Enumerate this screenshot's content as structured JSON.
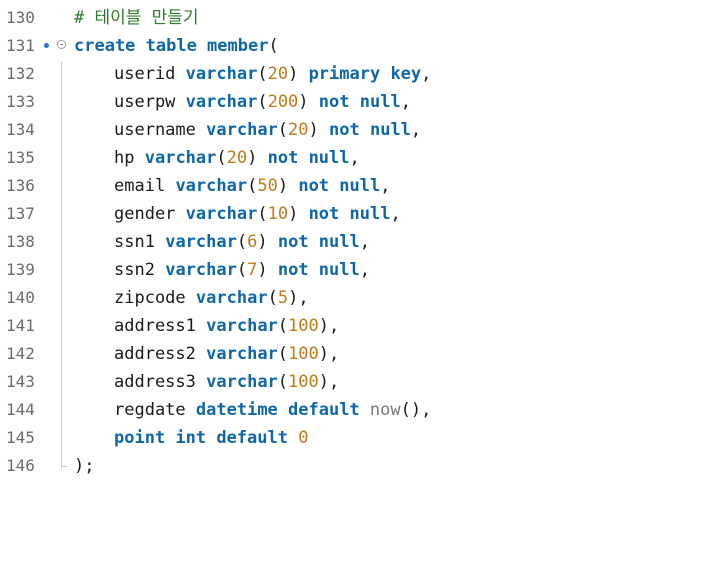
{
  "editor": {
    "lines": [
      {
        "no": "130",
        "comment": "# 테이블 만들기"
      },
      {
        "no": "131",
        "kw1": "create table member",
        "punc": "("
      },
      {
        "no": "132",
        "ident": "userid",
        "type": "varchar",
        "open": "(",
        "size": "20",
        "close": ")",
        "rest": "primary key",
        "end": ","
      },
      {
        "no": "133",
        "ident": "userpw",
        "type": "varchar",
        "open": "(",
        "size": "200",
        "close": ")",
        "rest": "not null",
        "end": ","
      },
      {
        "no": "134",
        "ident": "username",
        "type": "varchar",
        "open": "(",
        "size": "20",
        "close": ")",
        "rest": "not null",
        "end": ","
      },
      {
        "no": "135",
        "ident": "hp",
        "type": "varchar",
        "open": "(",
        "size": "20",
        "close": ")",
        "rest": "not null",
        "end": ","
      },
      {
        "no": "136",
        "ident": "email",
        "type": "varchar",
        "open": "(",
        "size": "50",
        "close": ")",
        "rest": "not null",
        "end": ","
      },
      {
        "no": "137",
        "ident": "gender",
        "type": "varchar",
        "open": "(",
        "size": "10",
        "close": ")",
        "rest": "not null",
        "end": ","
      },
      {
        "no": "138",
        "ident": "ssn1",
        "type": "varchar",
        "open": "(",
        "size": "6",
        "close": ")",
        "rest": "not null",
        "end": ","
      },
      {
        "no": "139",
        "ident": "ssn2",
        "type": "varchar",
        "open": "(",
        "size": "7",
        "close": ")",
        "rest": "not null",
        "end": ","
      },
      {
        "no": "140",
        "ident": "zipcode",
        "type": "varchar",
        "open": "(",
        "size": "5",
        "close": ")",
        "end": ","
      },
      {
        "no": "141",
        "ident": "address1",
        "type": "varchar",
        "open": "(",
        "size": "100",
        "close": ")",
        "end": ","
      },
      {
        "no": "142",
        "ident": "address2",
        "type": "varchar",
        "open": "(",
        "size": "100",
        "close": ")",
        "end": ","
      },
      {
        "no": "143",
        "ident": "address3",
        "type": "varchar",
        "open": "(",
        "size": "100",
        "close": ")",
        "end": ","
      },
      {
        "no": "144",
        "ident": "regdate",
        "type": "datetime default",
        "fn": "now",
        "fnargs": "()",
        "end": ","
      },
      {
        "no": "145",
        "kw1": "point int default",
        "num": "0"
      },
      {
        "no": "146",
        "punc": ");"
      }
    ]
  },
  "colors": {
    "keyword": "#0f67a8",
    "number": "#c07a1a",
    "comment": "#2f7a2f",
    "line_number": "#6c6c6c",
    "bookmark": "#2f6fd6"
  },
  "icons": {
    "bookmark": "bookmark-dot-icon",
    "fold": "fold-collapse-icon"
  }
}
